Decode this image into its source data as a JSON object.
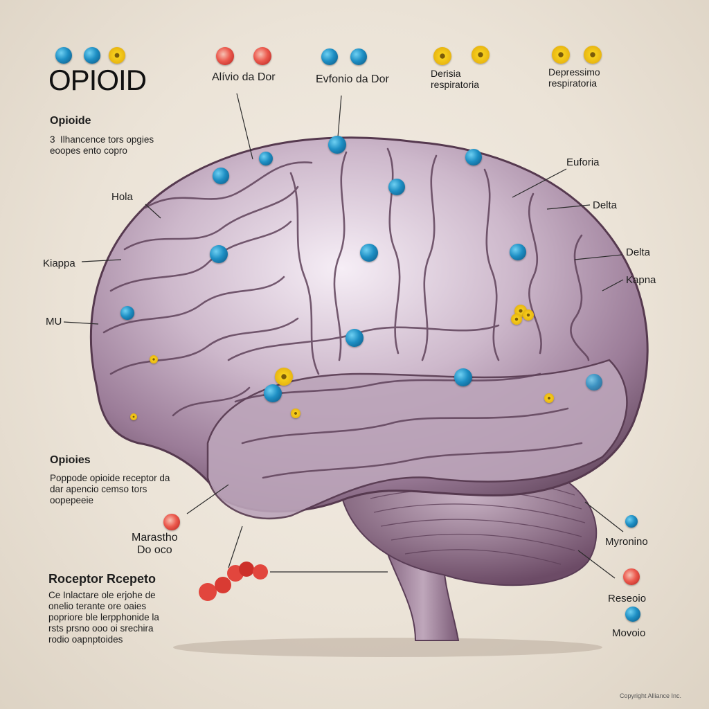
{
  "title": "OPIOID",
  "top_labels": {
    "alivio": "Alívio da Dor",
    "euforia_top": "Evfonio da Dor",
    "depresia": [
      "Derisia",
      "respiratoria"
    ],
    "depressimo": [
      "Depressimo",
      "respiratoria"
    ]
  },
  "left_section": {
    "heading": "Opioide",
    "lines": [
      "Ilhancence tors opgies",
      "eoopes ento copro"
    ],
    "prefix": "3"
  },
  "receptor_labels": {
    "hola": "Hola",
    "kappa_left": "Kiappa",
    "mu": "MU",
    "euforia": "Euforia",
    "delta1": "Delta",
    "delta2": "Delta",
    "kapna": "Kapna"
  },
  "mid_section": {
    "heading": "Opioies",
    "lines": [
      "Poppode opioide receptor da",
      "dar apencio cemso tors",
      "oopepeeie"
    ]
  },
  "bottom_left": {
    "marker": [
      "Marastho",
      "Do oco"
    ],
    "heading": "Roceptor Rcepeto",
    "lines": [
      "Ce Inlactare ole erjohe de",
      "onelio terante ore oaies",
      "popriore ble lerpphonide la",
      "rsts prsno ooo oi srechira",
      "rodio oapnptoides"
    ]
  },
  "bottom_right": {
    "myronino": "Myronino",
    "reseoio": "Reseoio",
    "movoio": "Movoio"
  },
  "copyright": "Copyright Alliance Inc.",
  "colors": {
    "blue": "#1e8fc4",
    "red": "#e2463d",
    "yellow": "#f0c419",
    "brain": "#a992a8",
    "brain_dark": "#6b4a68"
  }
}
